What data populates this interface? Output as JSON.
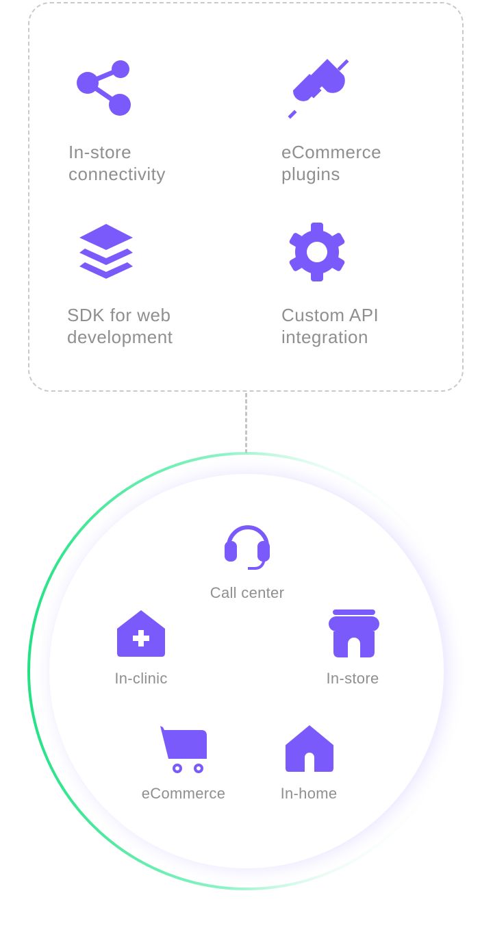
{
  "colors": {
    "accent": "#7B5AFB",
    "text": "#8f8f8f",
    "ring": "#2BE38A"
  },
  "integrations": [
    {
      "icon": "share-icon",
      "label": "In-store\nconnectivity"
    },
    {
      "icon": "plug-icon",
      "label": "eCommerce\nplugins"
    },
    {
      "icon": "layers-icon",
      "label": "SDK for web\ndevelopment"
    },
    {
      "icon": "gear-icon",
      "label": "Custom API\nintegration"
    }
  ],
  "channels": [
    {
      "icon": "headset-icon",
      "label": "Call center"
    },
    {
      "icon": "clinic-icon",
      "label": "In-clinic"
    },
    {
      "icon": "store-icon",
      "label": "In-store"
    },
    {
      "icon": "cart-icon",
      "label": "eCommerce"
    },
    {
      "icon": "home-icon",
      "label": "In-home"
    }
  ]
}
